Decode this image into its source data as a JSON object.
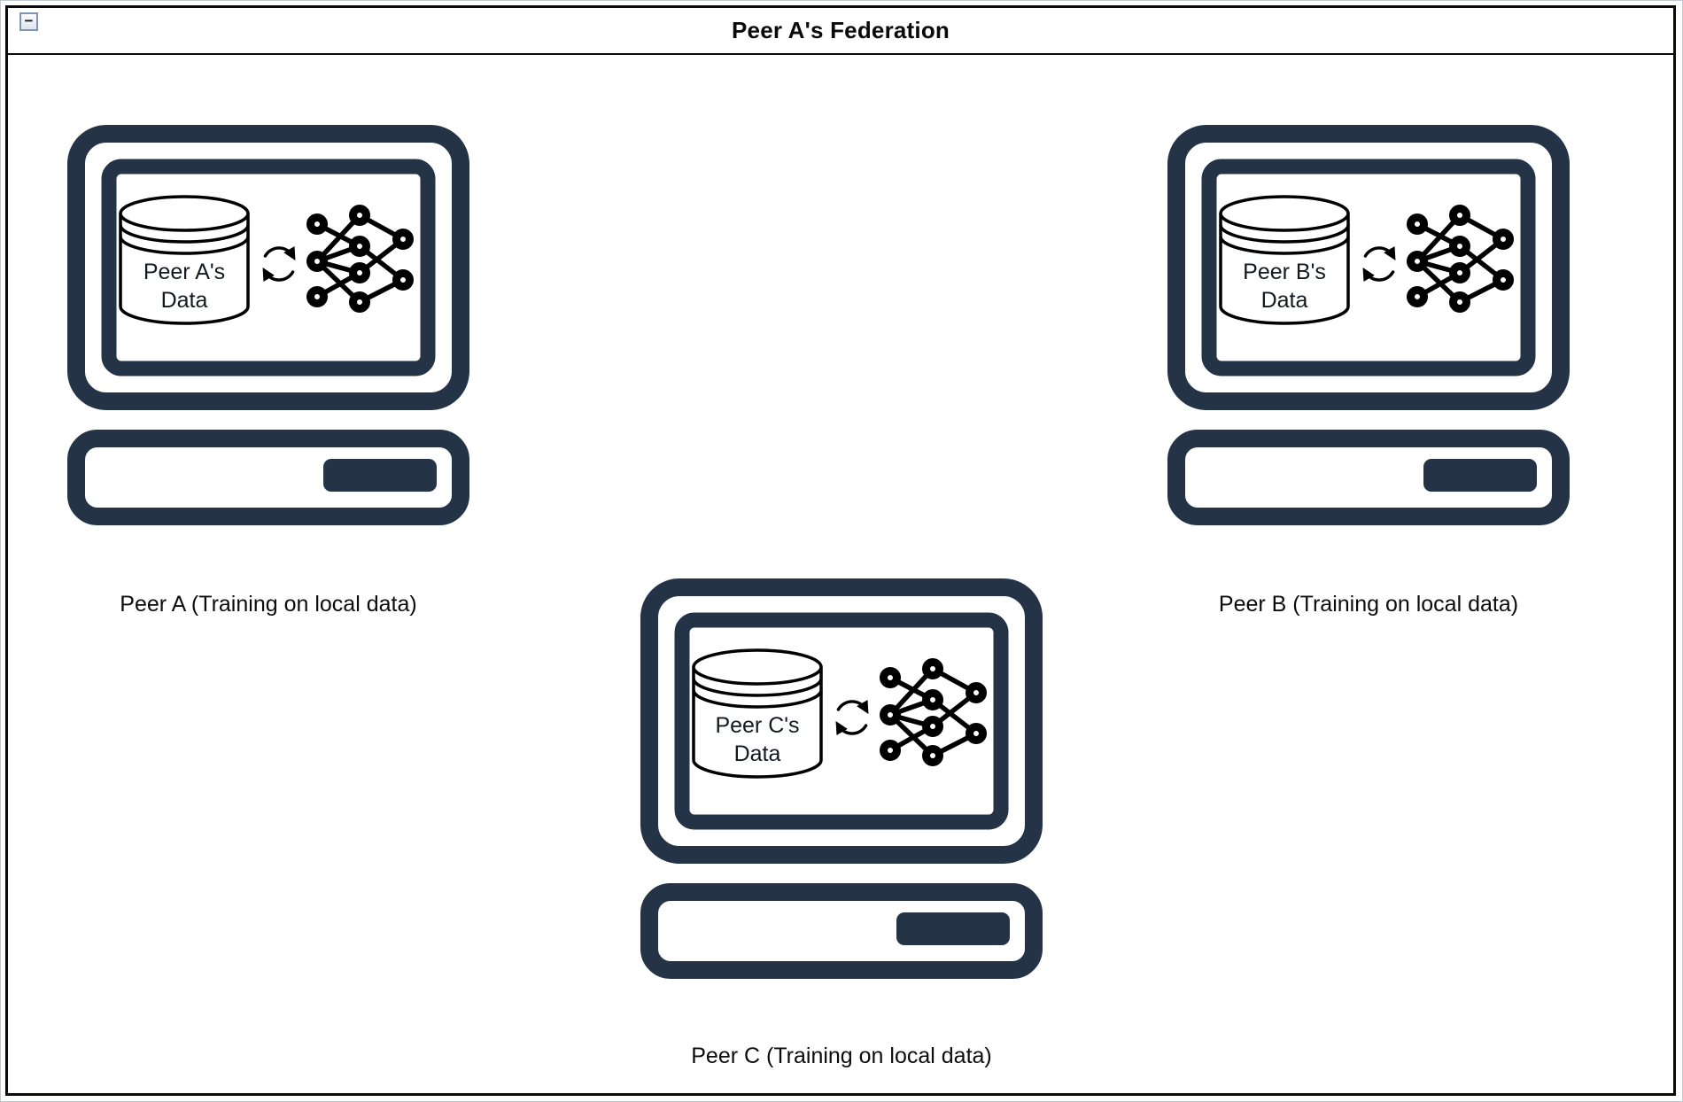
{
  "window": {
    "title": "Peer A's Federation",
    "collapse_glyph": "−"
  },
  "colors": {
    "frame_dark": "#253347",
    "icon_stroke": "#000000",
    "page_border": "#0a0a0a",
    "collapse_border": "#8094b0"
  },
  "icons": {
    "collapse": "minus-square",
    "database": "cylinder-database",
    "sync": "circular-refresh-arrows",
    "neural_network": "3-4-2-layer-node-graph"
  },
  "peers": [
    {
      "name": "Peer A",
      "db_label_line1": "Peer A's",
      "db_label_line2": "Data",
      "caption": "Peer A (Training on local data)"
    },
    {
      "name": "Peer B",
      "db_label_line1": "Peer B's",
      "db_label_line2": "Data",
      "caption": "Peer B (Training on local data)"
    },
    {
      "name": "Peer C",
      "db_label_line1": "Peer C's",
      "db_label_line2": "Data",
      "caption": "Peer C (Training on local data)"
    }
  ]
}
